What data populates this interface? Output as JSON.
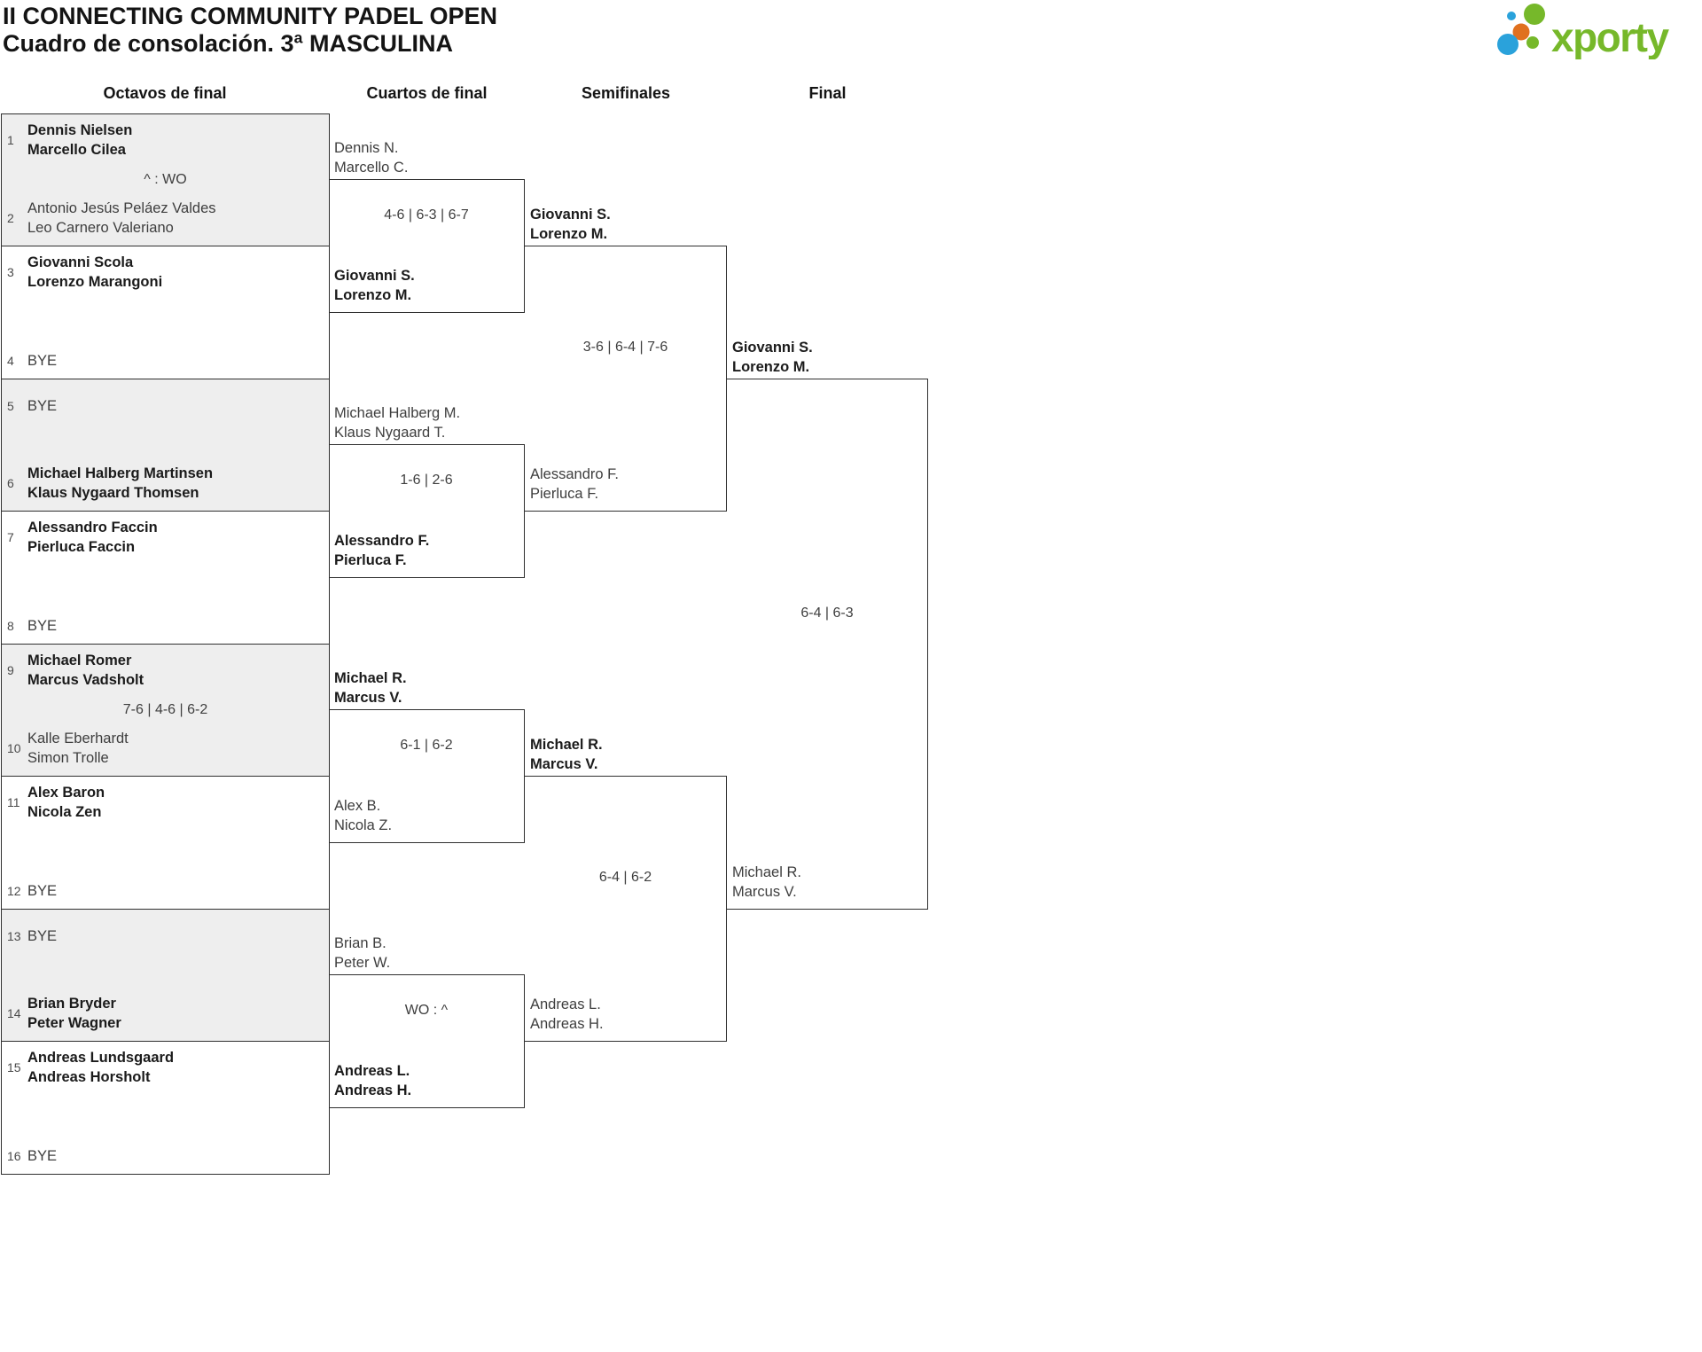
{
  "header": {
    "title": "II CONNECTING COMMUNITY PADEL OPEN",
    "subtitle": "Cuadro de consolación. 3ª MASCULINA"
  },
  "logo": {
    "brand": "xporty",
    "green": "#76b82a",
    "blue": "#2aa2db",
    "orange": "#e0711f"
  },
  "columns": [
    "Octavos de final",
    "Cuartos de final",
    "Semifinales",
    "Final"
  ],
  "bracket": {
    "r16": [
      {
        "s1": "1",
        "p1a": "Dennis Nielsen",
        "p1b": "Marcello Cilea",
        "score": "^ : WO",
        "s2": "2",
        "p2a": "Antonio Jesús Peláez Valdes",
        "p2b": "Leo Carnero Valeriano"
      },
      {
        "s1": "3",
        "p1a": "Giovanni Scola",
        "p1b": "Lorenzo Marangoni",
        "score": "",
        "s2": "4",
        "p2a": "BYE",
        "p2b": ""
      },
      {
        "s1": "5",
        "p1a": "BYE",
        "p1b": "",
        "score": "",
        "s2": "6",
        "p2a": "Michael Halberg Martinsen",
        "p2b": "Klaus Nygaard Thomsen"
      },
      {
        "s1": "7",
        "p1a": "Alessandro Faccin",
        "p1b": "Pierluca Faccin",
        "score": "",
        "s2": "8",
        "p2a": "BYE",
        "p2b": ""
      },
      {
        "s1": "9",
        "p1a": "Michael Romer",
        "p1b": "Marcus Vadsholt",
        "score": "7-6 | 4-6 | 6-2",
        "s2": "10",
        "p2a": "Kalle Eberhardt",
        "p2b": "Simon Trolle"
      },
      {
        "s1": "11",
        "p1a": "Alex Baron",
        "p1b": "Nicola Zen",
        "score": "",
        "s2": "12",
        "p2a": "BYE",
        "p2b": ""
      },
      {
        "s1": "13",
        "p1a": "BYE",
        "p1b": "",
        "score": "",
        "s2": "14",
        "p2a": "Brian Bryder",
        "p2b": "Peter Wagner"
      },
      {
        "s1": "15",
        "p1a": "Andreas Lundsgaard",
        "p1b": "Andreas Horsholt",
        "score": "",
        "s2": "16",
        "p2a": "BYE",
        "p2b": ""
      }
    ],
    "qf": [
      {
        "t1a": "Dennis N.",
        "t1b": "Marcello C.",
        "score": "4-6 | 6-3 | 6-7",
        "t2a": "Giovanni S.",
        "t2b": "Lorenzo M."
      },
      {
        "t1a": "Michael Halberg M.",
        "t1b": "Klaus Nygaard T.",
        "score": "1-6 | 2-6",
        "t2a": "Alessandro F.",
        "t2b": "Pierluca F."
      },
      {
        "t1a": "Michael R.",
        "t1b": "Marcus V.",
        "score": "6-1 | 6-2",
        "t2a": "Alex B.",
        "t2b": "Nicola Z."
      },
      {
        "t1a": "Brian B.",
        "t1b": "Peter W.",
        "score": "WO : ^",
        "t2a": "Andreas L.",
        "t2b": "Andreas H."
      }
    ],
    "sf": [
      {
        "t1a": "Giovanni S.",
        "t1b": "Lorenzo M.",
        "score": "3-6 | 6-4 | 7-6",
        "t2a": "Alessandro F.",
        "t2b": "Pierluca F."
      },
      {
        "t1a": "Michael R.",
        "t1b": "Marcus V.",
        "score": "6-4 | 6-2",
        "t2a": "Andreas L.",
        "t2b": "Andreas H."
      }
    ],
    "f": [
      {
        "t1a": "Giovanni S.",
        "t1b": "Lorenzo M.",
        "score": "6-4 | 6-3",
        "t2a": "Michael R.",
        "t2b": "Marcus V."
      }
    ]
  }
}
